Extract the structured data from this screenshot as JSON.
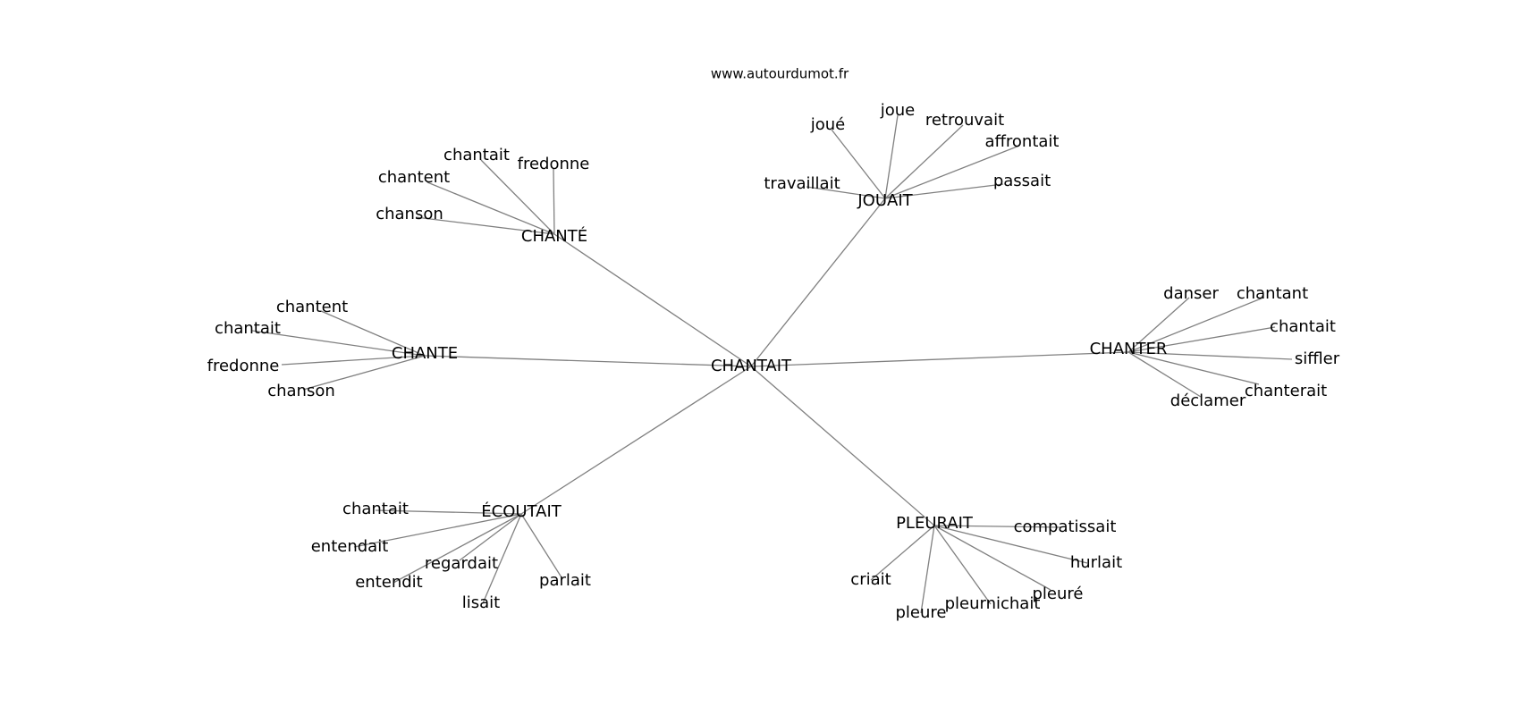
{
  "source": "www.autourdumot.fr",
  "center": "CHANTAIT",
  "hubs": [
    {
      "label": "CHANTÉ",
      "words": [
        "chantait",
        "fredonne",
        "chantent",
        "chanson"
      ]
    },
    {
      "label": "JOUAIT",
      "words": [
        "joué",
        "joue",
        "retrouvait",
        "affrontait",
        "travaillait",
        "passait"
      ]
    },
    {
      "label": "CHANTE",
      "words": [
        "chantent",
        "chantait",
        "fredonne",
        "chanson"
      ]
    },
    {
      "label": "CHANTER",
      "words": [
        "danser",
        "chantant",
        "chantait",
        "siffler",
        "chanterait",
        "déclamer"
      ]
    },
    {
      "label": "ÉCOUTAIT",
      "words": [
        "chantait",
        "entendait",
        "regardait",
        "entendit",
        "lisait",
        "parlait"
      ]
    },
    {
      "label": "PLEURAIT",
      "words": [
        "compatissait",
        "hurlait",
        "pleuré",
        "pleurnichait",
        "pleure",
        "criait"
      ]
    }
  ]
}
